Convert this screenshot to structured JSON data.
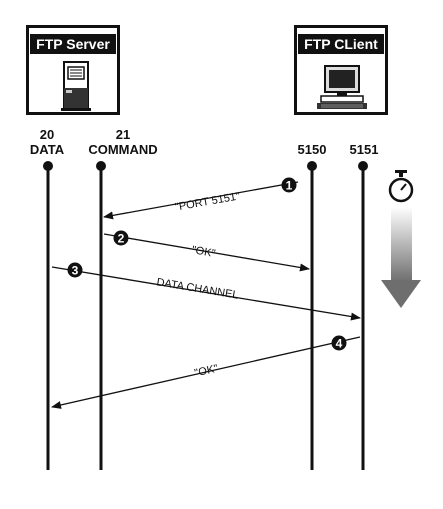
{
  "server": {
    "title": "FTP Server"
  },
  "client": {
    "title": "FTP CLient"
  },
  "ports": {
    "data": {
      "number": "20",
      "name": "DATA"
    },
    "command": {
      "number": "21",
      "name": "COMMAND"
    },
    "client_a": {
      "number": "5150"
    },
    "client_b": {
      "number": "5151"
    }
  },
  "messages": [
    {
      "step": "1",
      "label": "\"PORT 5151\""
    },
    {
      "step": "2",
      "label": "\"OK\""
    },
    {
      "step": "3",
      "label": "DATA CHANNEL"
    },
    {
      "step": "4",
      "label": "\"OK\""
    }
  ],
  "icons": {
    "server": "server-tower-icon",
    "client": "desktop-computer-icon",
    "timer": "stopwatch-icon",
    "time": "time-arrow-icon"
  },
  "colors": {
    "ink": "#111111",
    "arrow_gradient_top": "#ffffff",
    "arrow_gradient_bottom": "#6e6e6e"
  }
}
